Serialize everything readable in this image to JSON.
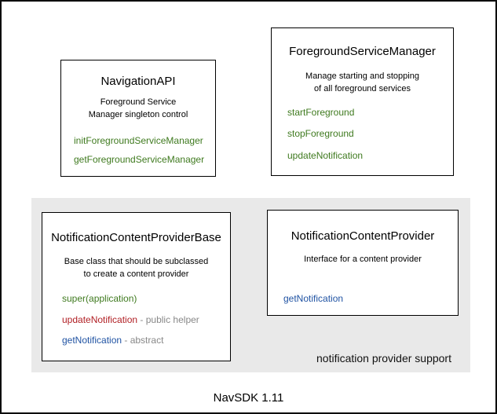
{
  "diagram": {
    "caption": "NavSDK 1.11",
    "region_label": "notification provider support",
    "colors": {
      "method_green": "#3f7a1f",
      "method_red": "#b12025",
      "method_blue": "#2053a3",
      "annotation_gray": "#888888",
      "region_background": "#e9e9e9",
      "box_border": "#000000"
    },
    "boxes": {
      "navigation_api": {
        "title": "NavigationAPI",
        "description": [
          "Foreground Service",
          "Manager singleton control"
        ],
        "methods": [
          {
            "name": "initForegroundServiceManager"
          },
          {
            "name": "getForegroundServiceManager"
          }
        ]
      },
      "foreground_service_manager": {
        "title": "ForegroundServiceManager",
        "description": [
          "Manage starting and stopping",
          "of all foreground services"
        ],
        "methods": [
          {
            "name": "startForeground"
          },
          {
            "name": "stopForeground"
          },
          {
            "name": "updateNotification"
          }
        ]
      },
      "notification_content_provider_base": {
        "title": "NotificationContentProviderBase",
        "description": [
          "Base class that should be subclassed",
          "to create a content provider"
        ],
        "methods": [
          {
            "name": "super(application)"
          },
          {
            "name": "updateNotification",
            "suffix": " - public helper"
          },
          {
            "name": "getNotification",
            "suffix": " - abstract"
          }
        ]
      },
      "notification_content_provider": {
        "title": "NotificationContentProvider",
        "description": [
          "Interface for a content provider"
        ],
        "methods": [
          {
            "name": "getNotification"
          }
        ]
      }
    }
  }
}
